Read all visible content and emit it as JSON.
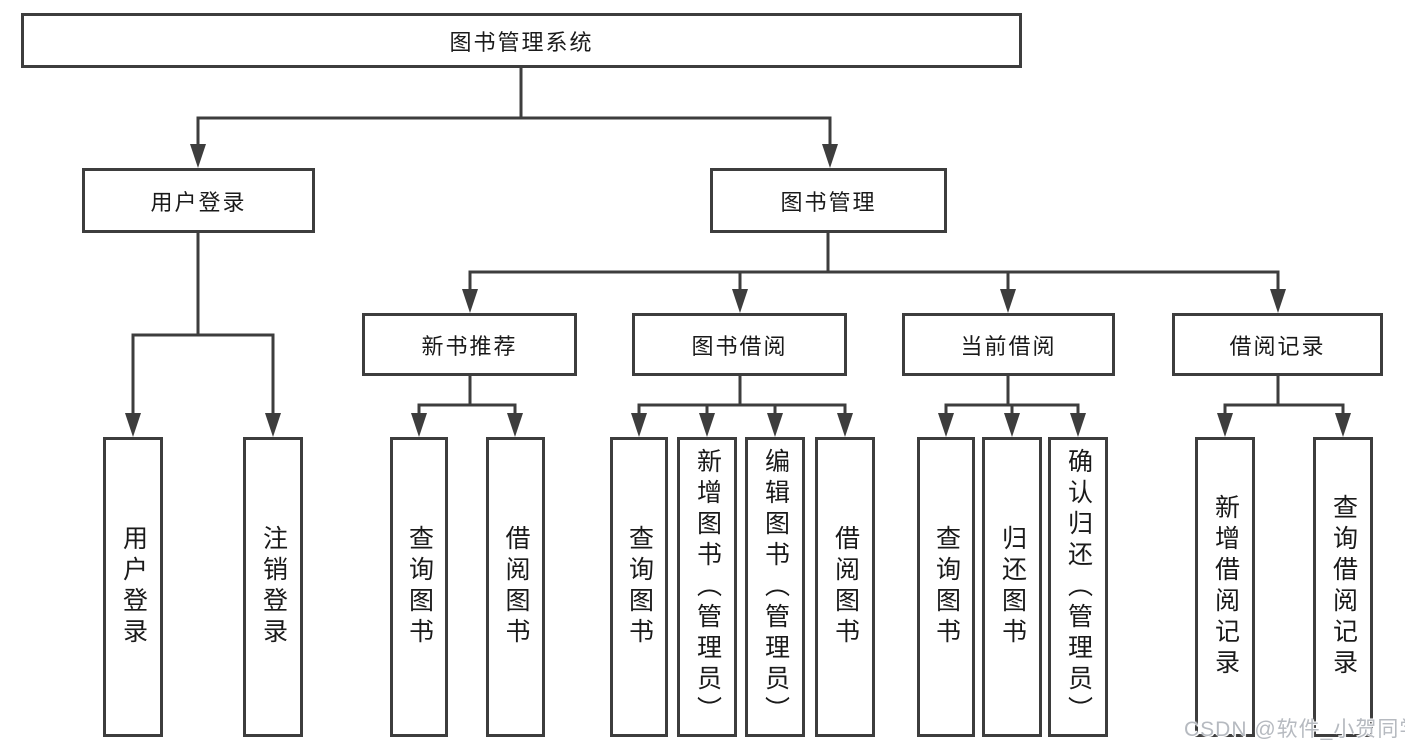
{
  "tree": {
    "root": {
      "label": "图书管理系统"
    },
    "branches": [
      {
        "label": "用户登录",
        "children": [
          {
            "label": "用户登录"
          },
          {
            "label": "注销登录"
          }
        ]
      },
      {
        "label": "图书管理",
        "children": [
          {
            "label": "新书推荐",
            "children": [
              {
                "label": "查询图书"
              },
              {
                "label": "借阅图书"
              }
            ]
          },
          {
            "label": "图书借阅",
            "children": [
              {
                "label": "查询图书"
              },
              {
                "label": "新增图书（管理员）"
              },
              {
                "label": "编辑图书（管理员）"
              },
              {
                "label": "借阅图书"
              }
            ]
          },
          {
            "label": "当前借阅",
            "children": [
              {
                "label": "查询图书"
              },
              {
                "label": "归还图书"
              },
              {
                "label": "确认归还（管理员）"
              }
            ]
          },
          {
            "label": "借阅记录",
            "children": [
              {
                "label": "新增借阅记录"
              },
              {
                "label": "查询借阅记录"
              }
            ]
          }
        ]
      }
    ]
  },
  "watermark": "CSDN @软件_小贺同学",
  "colors": {
    "line": "#3d3d3d",
    "text": "#1a1a1a",
    "watermark": "#b6bac0",
    "background": "#ffffff"
  }
}
